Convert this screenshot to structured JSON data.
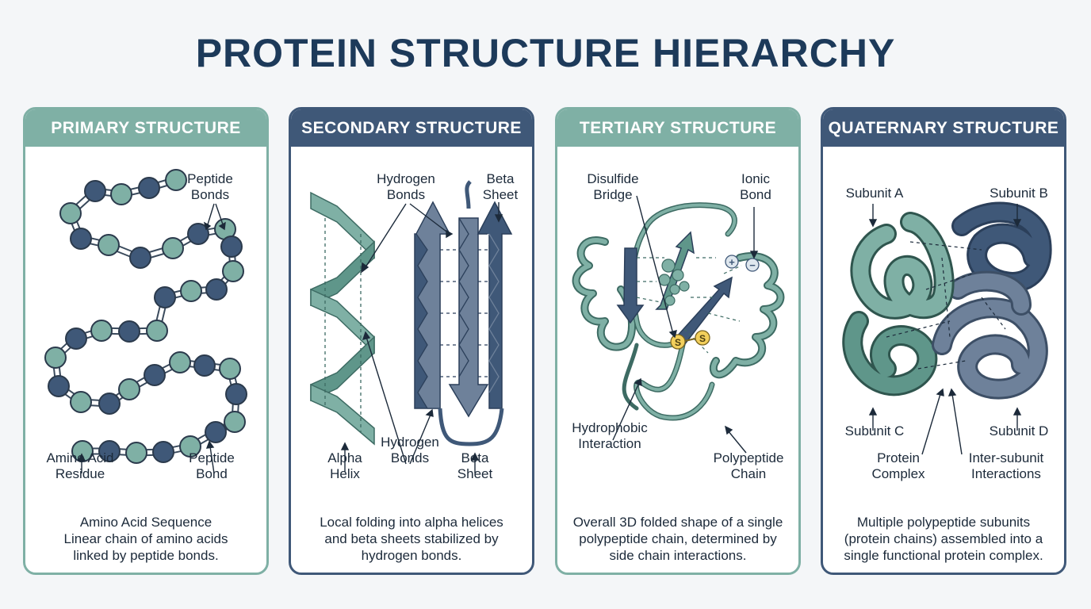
{
  "title": "PROTEIN STRUCTURE HIERARCHY",
  "colors": {
    "teal": "#7fb0a5",
    "navy": "#3f5878",
    "dark_teal": "#5f968a",
    "slate": "#6e819a",
    "sulfur": "#f2cf5b"
  },
  "panels": {
    "primary": {
      "header": "PRIMARY STRUCTURE",
      "labels": {
        "peptide_bonds": "Peptide\nBonds",
        "amino_acid_residue": "Amino Acid\nResidue",
        "peptide_bond": "Peptide\nBond"
      },
      "description": "Amino Acid Sequence\nLinear chain of amino acids\nlinked by peptide bonds."
    },
    "secondary": {
      "header": "SECONDARY STRUCTURE",
      "labels": {
        "hydrogen_bonds_top": "Hydrogen\nBonds",
        "beta_sheet_top": "Beta\nSheet",
        "alpha_helix": "Alpha\nHelix",
        "hydrogen_bonds_bottom": "Hydrogen\nBonds",
        "beta_sheet_bottom": "Beta\nSheet"
      },
      "description": "Local folding into alpha helices\nand beta sheets stabilized by\nhydrogen bonds."
    },
    "tertiary": {
      "header": "TERTIARY STRUCTURE",
      "labels": {
        "disulfide_bridge": "Disulfide\nBridge",
        "ionic_bond": "Ionic\nBond",
        "hydrophobic_interaction": "Hydrophobic\nInteraction",
        "polypeptide_chain": "Polypeptide\nChain"
      },
      "sulfur_symbol": "S",
      "plus_symbol": "+",
      "minus_symbol": "−",
      "description": "Overall 3D folded shape of a single\npolypeptide chain, determined by\nside chain interactions."
    },
    "quaternary": {
      "header": "QUATERNARY STRUCTURE",
      "labels": {
        "subunit_a": "Subunit A",
        "subunit_b": "Subunit B",
        "subunit_c": "Subunit C",
        "subunit_d": "Subunit D",
        "protein_complex": "Protein\nComplex",
        "inter_subunit_interactions": "Inter-subunit\nInteractions"
      },
      "description": "Multiple polypeptide subunits\n(protein chains) assembled into a\nsingle functional protein complex."
    }
  }
}
